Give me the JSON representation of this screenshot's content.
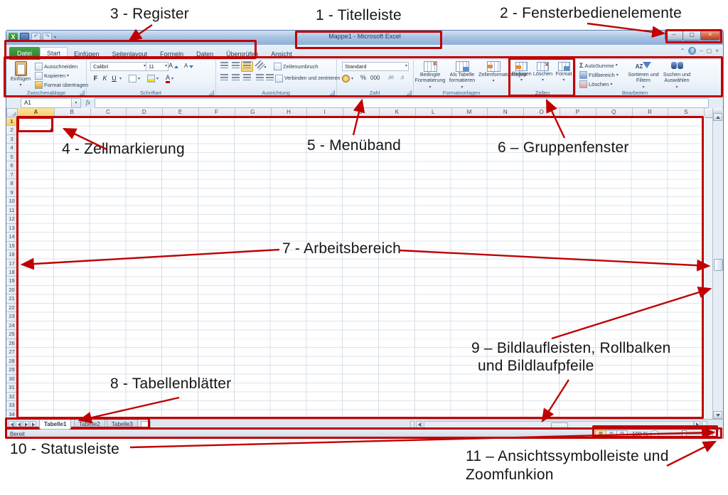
{
  "annotations": {
    "accent_color": "#c00000",
    "labels": {
      "l1": "1 - Titelleiste",
      "l2": "2 - Fensterbedienelemente",
      "l3": "3 - Register",
      "l4": "4 - Zellmarkierung",
      "l5": "5 - Menüband",
      "l6": "6 – Gruppenfenster",
      "l7": "7 - Arbeitsbereich",
      "l8": "8 - Tabellenblätter",
      "l9_line1": "9 – Bildlaufleisten, Rollbalken",
      "l9_line2": "und Bildlaufpfeile",
      "l10": "10 - Statusleiste",
      "l11_line1": "11 – Ansichtssymbolleiste und",
      "l11_line2": "Zoomfunkion"
    }
  },
  "icons": {
    "dropdown": "▾",
    "sigma": "Σ",
    "fx": "fx",
    "percent": "%",
    "thousands": "000",
    "help": "?",
    "minimize": "–",
    "close": "×",
    "excel_logo": "X",
    "font_letter": "A"
  },
  "excel": {
    "titlebar": {
      "title": "Mappe1 - Microsoft Excel"
    },
    "tabs": {
      "file": "Datei",
      "items": [
        "Start",
        "Einfügen",
        "Seitenlayout",
        "Formeln",
        "Daten",
        "Überprüfen",
        "Ansicht"
      ]
    },
    "ribbon": {
      "clipboard": {
        "group": "Zwischenablage",
        "paste": "Einfügen",
        "cut": "Ausschneiden",
        "copy": "Kopieren",
        "painter": "Format übertragen"
      },
      "font": {
        "group": "Schriftart",
        "family": "Calibri",
        "size": "11",
        "bold": "F",
        "italic": "K",
        "underline": "U"
      },
      "alignment": {
        "group": "Ausrichtung",
        "wrap": "Zeilenumbruch",
        "merge": "Verbinden und zentrieren"
      },
      "number": {
        "group": "Zahl",
        "format": "Standard"
      },
      "styles": {
        "group": "Formatvorlagen",
        "conditional": "Bedingte Formatierung",
        "table": "Als Tabelle formatieren",
        "cell": "Zellenformatvorlagen"
      },
      "cells": {
        "group": "Zellen",
        "insert": "Einfügen",
        "del": "Löschen",
        "format": "Format"
      },
      "editing": {
        "group": "Bearbeiten",
        "autosum": "AutoSumme",
        "fill": "Füllbereich",
        "clear": "Löschen",
        "sort": "Sortieren und Filtern",
        "find": "Suchen und Auswählen"
      }
    },
    "formula_bar": {
      "name_box": "A1"
    },
    "grid": {
      "columns": [
        "A",
        "B",
        "C",
        "D",
        "E",
        "F",
        "G",
        "H",
        "I",
        "J",
        "K",
        "L",
        "M",
        "N",
        "O",
        "P",
        "Q",
        "R",
        "S"
      ],
      "row_count": 34,
      "selected_cell": "A1"
    },
    "sheet_tabs": [
      "Tabelle1",
      "Tabelle2",
      "Tabelle3"
    ],
    "status_bar": {
      "status": "Bereit",
      "zoom_level": "100 %"
    }
  }
}
